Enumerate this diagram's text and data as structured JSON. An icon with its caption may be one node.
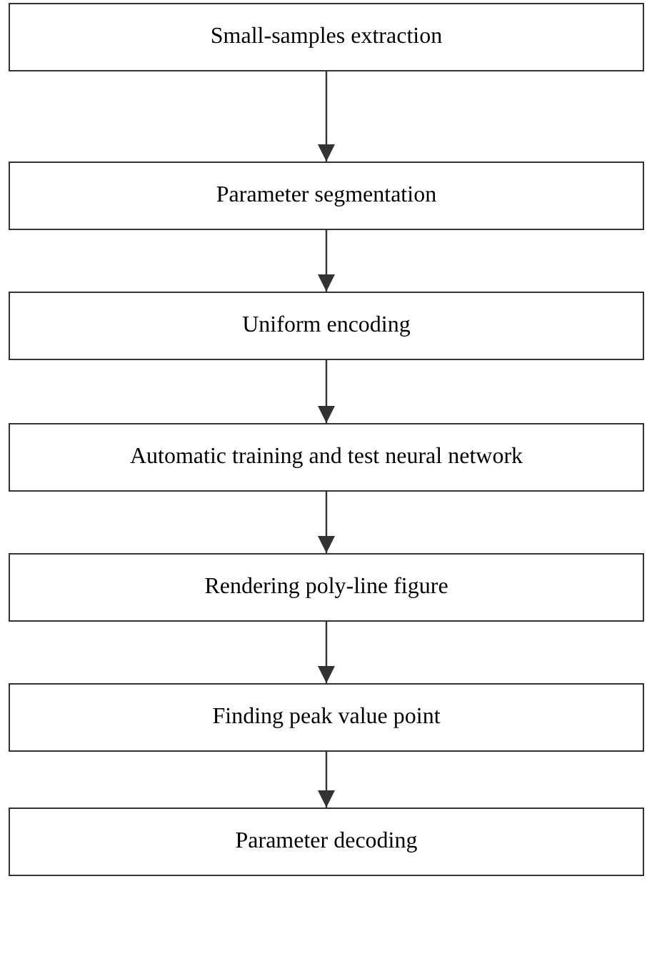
{
  "diagram": {
    "nodes": [
      {
        "text": [
          "Small-samples extraction"
        ]
      },
      {
        "text": [
          "Parameter segmentation"
        ]
      },
      {
        "text": [
          "Uniform encoding"
        ]
      },
      {
        "text": [
          "Automatic training and test neural network"
        ]
      },
      {
        "text": [
          "Rendering poly-line figure"
        ]
      },
      {
        "text": [
          "Finding peak value point"
        ]
      },
      {
        "text": [
          "Parameter decoding"
        ]
      }
    ],
    "edges": [
      {
        "from": 0,
        "to": 1,
        "arrow": "to"
      },
      {
        "from": 1,
        "to": 2,
        "arrow": "to"
      },
      {
        "from": 2,
        "to": 3,
        "arrow": "to"
      },
      {
        "from": 3,
        "to": 4,
        "arrow": "to"
      },
      {
        "from": 4,
        "to": 5,
        "arrow": "to"
      },
      {
        "from": 5,
        "to": 6,
        "arrow": "to"
      }
    ]
  }
}
